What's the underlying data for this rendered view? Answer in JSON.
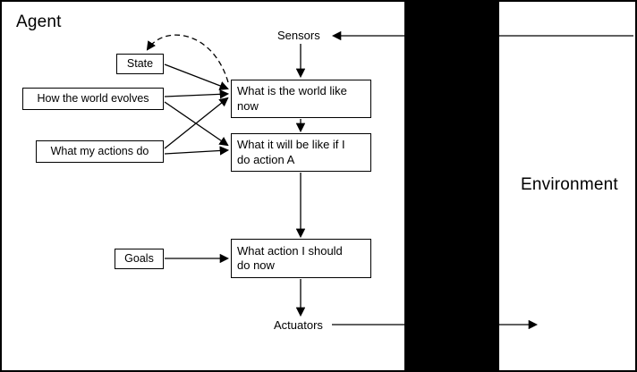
{
  "regions": {
    "agent_label": "Agent",
    "environment_label": "Environment"
  },
  "io": {
    "sensors_label": "Sensors",
    "actuators_label": "Actuators"
  },
  "nodes": {
    "state": "State",
    "how_world_evolves": "How the world evolves",
    "what_actions_do": "What my actions do",
    "goals": "Goals",
    "world_now": "What is the world like\nnow",
    "world_future": "What it will be like if I\ndo action A",
    "action_choice": "What action I should\ndo now"
  },
  "colors": {
    "background": "#ffffff",
    "line": "#000000",
    "divider": "#000000"
  }
}
